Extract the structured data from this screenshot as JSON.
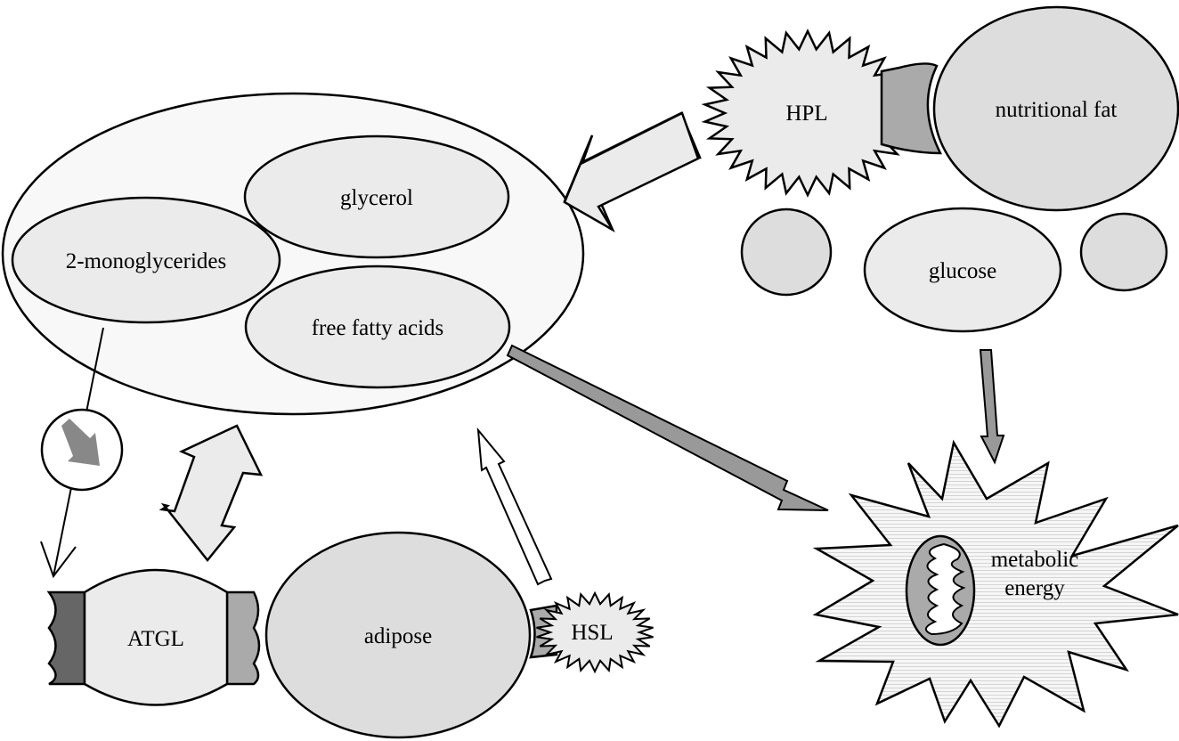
{
  "labels": {
    "glycerol": "glycerol",
    "monoglycerides": "2-monoglycerides",
    "free_fatty_acids": "free fatty acids",
    "hpl": "HPL",
    "nutritional_fat": "nutritional fat",
    "glucose": "glucose",
    "atgl": "ATGL",
    "adipose": "adipose",
    "hsl": "HSL",
    "metabolic_line1": "metabolic",
    "metabolic_line2": "energy"
  },
  "colors": {
    "light_fill": "#ebebeb",
    "mid_fill": "#dddddd",
    "pool_fill": "#f8f8f8",
    "cap_light": "#aaaaaa",
    "cap_dark": "#666666",
    "arrow_gray": "#999999",
    "outline": "#000000"
  }
}
